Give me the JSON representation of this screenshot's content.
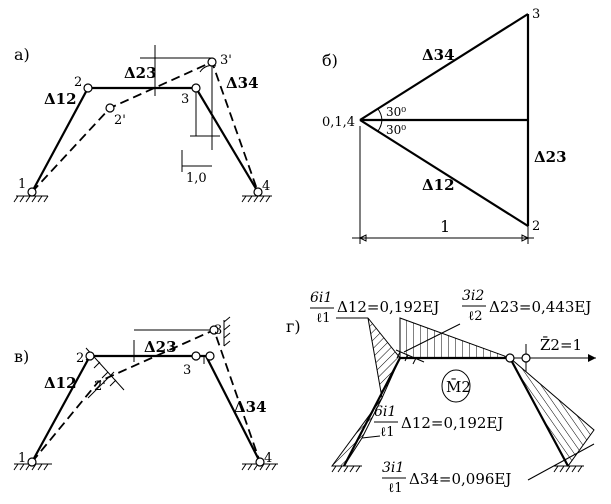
{
  "panels": {
    "a": {
      "label": "а)",
      "nodes": [
        "1",
        "2",
        "2'",
        "3",
        "3'",
        "4"
      ],
      "deltas": [
        "Δ12",
        "Δ23",
        "Δ34"
      ],
      "unit": "1,0"
    },
    "b": {
      "label": "б)",
      "nodes": [
        "0,1,4",
        "2",
        "3"
      ],
      "angles": [
        "30⁰",
        "30⁰"
      ],
      "deltas": [
        "Δ34",
        "Δ23",
        "Δ12"
      ],
      "base": "1"
    },
    "v": {
      "label": "в)",
      "nodes": [
        "1",
        "2",
        "2'",
        "3",
        "3'",
        "4"
      ],
      "deltas": [
        "Δ23",
        "Δ12",
        "Δ34"
      ]
    },
    "g": {
      "label": "г)",
      "moment_label": "M̄2",
      "unit_load": "Z̄2=1",
      "eq1": {
        "num": "6i1",
        "den": "ℓ1",
        "rest": "Δ12=0,192EJ"
      },
      "eq2": {
        "num": "3i2",
        "den": "ℓ2",
        "rest": "Δ23=0,443EJ"
      },
      "eq3": {
        "num": "6i1",
        "den": "ℓ1",
        "rest": "Δ12=0,192EJ"
      },
      "eq4": {
        "num": "3i1",
        "den": "ℓ1",
        "rest": "Δ34=0,096EJ"
      }
    }
  }
}
